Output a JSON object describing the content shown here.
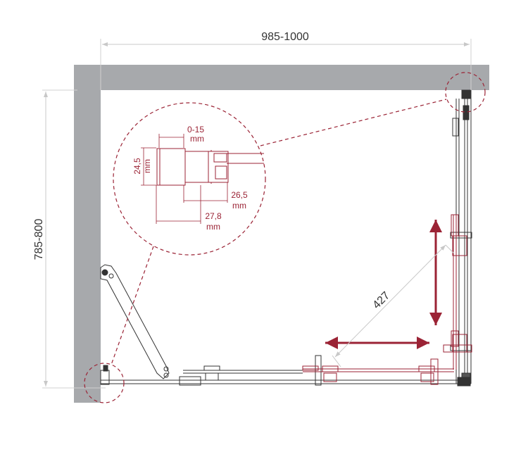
{
  "diagram": {
    "type": "shower-enclosure-plan",
    "colors": {
      "wall": "#a7a9ac",
      "accent": "#9b2335",
      "dimension_line": "#c8c8c8",
      "outline": "#333333"
    },
    "dimensions": {
      "width_label": "985-1000",
      "depth_label": "785-800",
      "diagonal_label": "427"
    },
    "detail": {
      "gap_label": "0-15",
      "gap_unit": "mm",
      "height_label": "24,5",
      "height_unit": "mm",
      "profile_label": "26,5",
      "profile_unit": "mm",
      "total_label": "27,8",
      "total_unit": "mm"
    },
    "arrows": {
      "horizontal": "sliding-door-horizontal",
      "vertical": "sliding-door-vertical"
    }
  }
}
